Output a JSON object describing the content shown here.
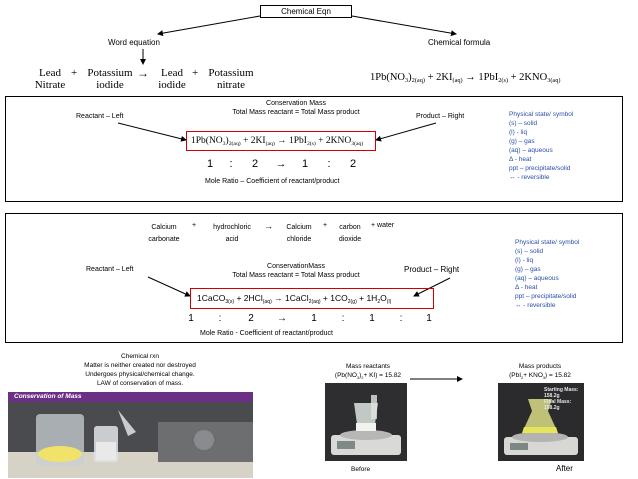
{
  "top": {
    "chemical_eqn": "Chemical Eqn",
    "word_equation": "Word equation",
    "chemical_formula": "Chemical formula",
    "word_eq": {
      "lead_nitrate_1": "Lead",
      "lead_nitrate_2": "Nitrate",
      "plus1": "+",
      "potassium_iodide_1": "Potassium",
      "potassium_iodide_2": "iodide",
      "arrow": "→",
      "lead_iodide_1": "Lead",
      "lead_iodide_2": "iodide",
      "plus2": "+",
      "potassium_nitrate_1": "Potassium",
      "potassium_nitrate_2": "nitrate"
    },
    "formula_eq": {
      "t1": "1Pb(NO",
      "s1": "3",
      "t2": ")",
      "s2": "2(aq)",
      "t3": " + 2KI",
      "s3": "(aq)",
      "t4": "  →  1PbI",
      "s4": "2(s)",
      "t5": " + 2KNO",
      "s5": "3(aq)"
    }
  },
  "panel1": {
    "title_line1": "Conservation Mass",
    "title_line2": "Total Mass reactant = Total Mass product",
    "reactant_left": "Reactant – Left",
    "product_right": "Product – Right",
    "eq": {
      "t1": "1Pb(NO",
      "s1": "3",
      "t2": ")",
      "s2": "2(aq)",
      "t3": " + 2KI",
      "s3": "(aq)",
      "t4": " → 1PbI",
      "s4": "2(s)",
      "t5": " + 2KNO",
      "s5": "3(aq)"
    },
    "ratio": [
      "1",
      ":",
      "2",
      "→",
      "1",
      ":",
      "2"
    ],
    "mole_ratio": "Mole Ratio – Coefficient of reactant/product",
    "legend": [
      "Physical state/ symbol",
      "(s)   – solid",
      "(l)   - liq",
      "(g)   – gas",
      "(aq) – aqueous",
      "  Δ    - heat",
      "ppt  – precipitate/solid",
      "↔       - reversible"
    ]
  },
  "panel2": {
    "words": {
      "calcium": "Calcium",
      "carbonate": "carbonate",
      "plus1": "+",
      "hydrochloric": "hydrochloric",
      "acid": "acid",
      "arrow": "→",
      "calcium2": "Calcium",
      "chloride": "chloride",
      "plus2": "+",
      "carbon": "carbon",
      "dioxide": "dioxide",
      "plus3": "+ water"
    },
    "title_line1": "ConservationMass",
    "title_line2": "Total Mass reactant = Total Mass product",
    "reactant_left": "Reactant – Left",
    "product_right": "Product – Right",
    "eq": {
      "t1": "1CaCO",
      "s1": "3(s)",
      "t2": " + 2HCl",
      "s2": "(aq)",
      "t3": "  →  1CaCl",
      "s3": "2(aq)",
      "t4": " + 1CO",
      "s4": "2(g)",
      "t5": " + 1H",
      "s5": "2",
      "t6": "O",
      "s6": "(l)"
    },
    "ratio": [
      "1",
      ":",
      "2",
      "→",
      "1",
      ":",
      "1",
      ":",
      "1"
    ],
    "mole_ratio": "Mole Ratio - Coefficient of reactant/product",
    "legend": [
      "Physical state/ symbol",
      "(s)   – solid",
      "(l)    - liq",
      "(g)   – gas",
      "(aq) – aqueous",
      "   Δ     - heat",
      "ppt   – precipitate/solid",
      "↔       - reversible"
    ]
  },
  "bottom": {
    "chem_rxn": "Chemical rxn",
    "line2": "Matter is neither created nor destroyed",
    "line3": "Undergoes physical/chemical change.",
    "line4": "LAW of conservation of mass.",
    "video_title": "Conservation of Mass",
    "mass_reactants_title": "Mass  reactants",
    "mass_reactants_eq_a": "(Pb(NO",
    "mass_reactants_eq_s1": "3",
    "mass_reactants_eq_b": ")",
    "mass_reactants_eq_s2": "2",
    "mass_reactants_eq_c": "+ KI) = 15.82",
    "mass_products_title": "Mass products",
    "mass_products_eq_a": "(PbI",
    "mass_products_eq_s1": "2",
    "mass_products_eq_b": "+ KNO",
    "mass_products_eq_s2": "3",
    "mass_products_eq_c": ") = 15.82",
    "before": "Before",
    "after": "After",
    "starting_mass": "Starting Mass: 158.2g",
    "final_mass": "Final Mass: 158.2g"
  },
  "colors": {
    "red_box": "#d00000",
    "legend_blue": "#2a4fa8",
    "video_bar": "#6b2f86"
  }
}
